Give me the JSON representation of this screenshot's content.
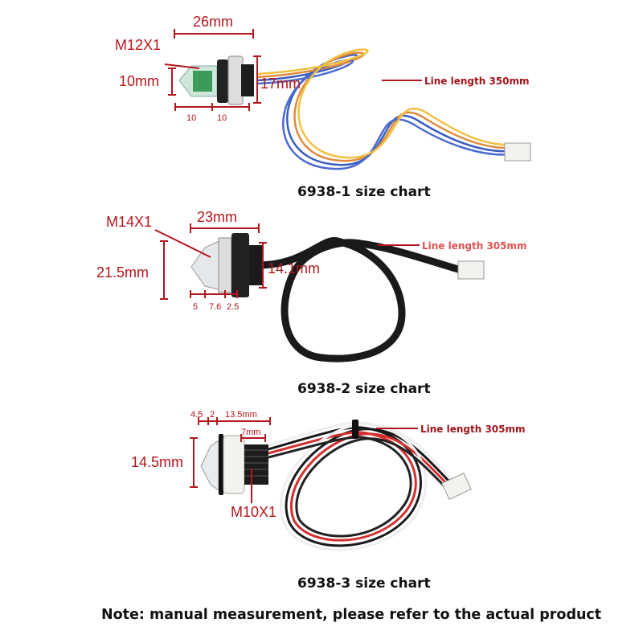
{
  "products": [
    {
      "caption": "6938-1 size chart",
      "thread": "M12X1",
      "length": "26mm",
      "tip_diameter": "10mm",
      "body_diameter": "17mm",
      "segments": [
        "10",
        "10"
      ],
      "line_length": "Line length 350mm"
    },
    {
      "caption": "6938-2 size chart",
      "thread": "M14X1",
      "length": "23mm",
      "tip_diameter": "21.5mm",
      "body_diameter": "14.1mm",
      "segments": [
        "5",
        "7.6",
        "2.5"
      ],
      "line_length": "Line length 305mm"
    },
    {
      "caption": "6938-3 size chart",
      "thread": "M10X1",
      "segments": [
        "4.5",
        "2",
        "13.5mm"
      ],
      "thread_length": "7mm",
      "tip_diameter": "14.5mm",
      "line_length": "Line length 305mm"
    }
  ],
  "note": "Note: manual measurement, please refer to the actual product",
  "colors": {
    "dimension": "#b3161c",
    "text": "#111111"
  }
}
